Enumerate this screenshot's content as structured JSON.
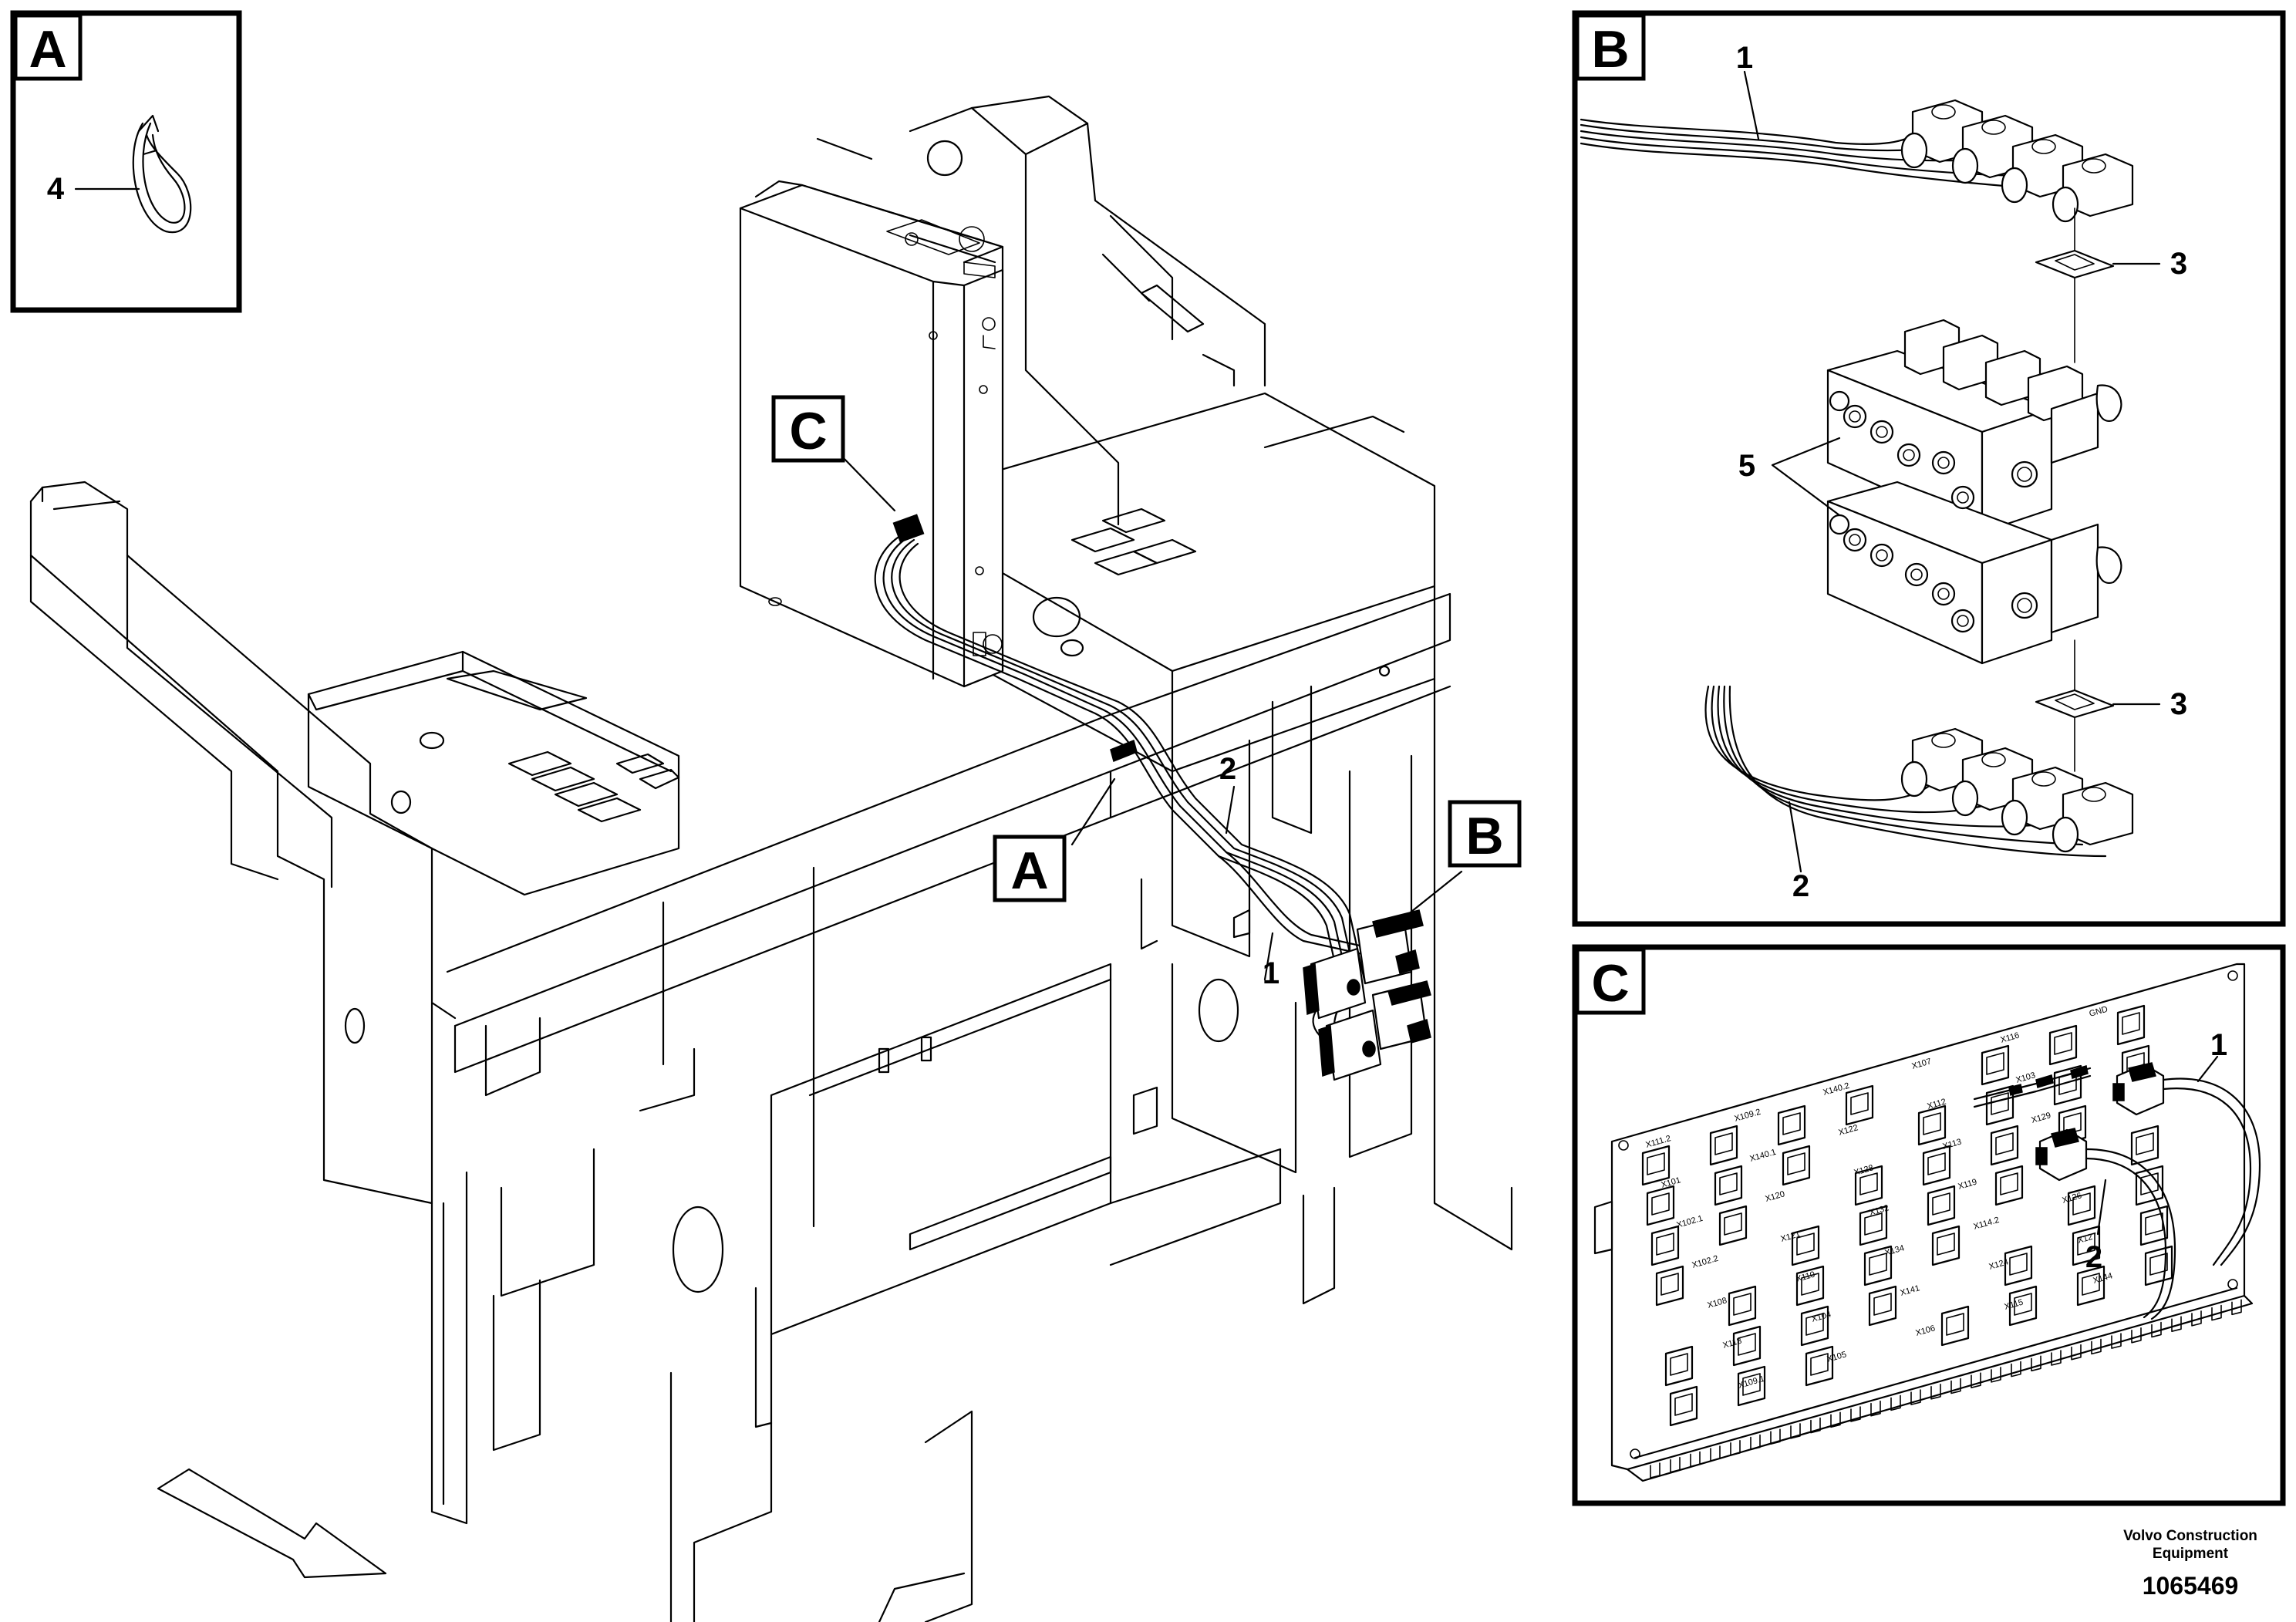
{
  "main_view": {
    "callouts": {
      "A": "A",
      "B": "B",
      "C": "C"
    },
    "item_numbers": {
      "harness_1": "1",
      "harness_2": "2"
    }
  },
  "detail_A": {
    "letter": "A",
    "items": {
      "cable_tie": "4"
    }
  },
  "detail_B": {
    "letter": "B",
    "items": {
      "harness_1": "1",
      "gasket_upper": "3",
      "gasket_lower": "3",
      "valve_fittings": "5",
      "harness_2": "2"
    }
  },
  "detail_C": {
    "letter": "C",
    "items": {
      "harness_1": "1",
      "harness_2": "2"
    },
    "board_labels": [
      "X111.2",
      "X101",
      "X102.1",
      "X102.2",
      "X108",
      "X118",
      "X109.1",
      "X109.2",
      "X140.1",
      "X120",
      "X121",
      "X110",
      "X104",
      "X105",
      "X140.2",
      "X122",
      "X128",
      "X132",
      "X134",
      "X141",
      "X106",
      "X107",
      "X112",
      "X113",
      "X119",
      "X114.2",
      "X124",
      "X115",
      "X116",
      "X103",
      "X129",
      "X130",
      "X126",
      "X127",
      "X144",
      "GND"
    ],
    "board_label_gnd": "GND"
  },
  "footer": {
    "brand": "Volvo Construction Equipment",
    "brand_line1": "Volvo Construction",
    "brand_line2": "Equipment",
    "document_number": "1065469"
  }
}
